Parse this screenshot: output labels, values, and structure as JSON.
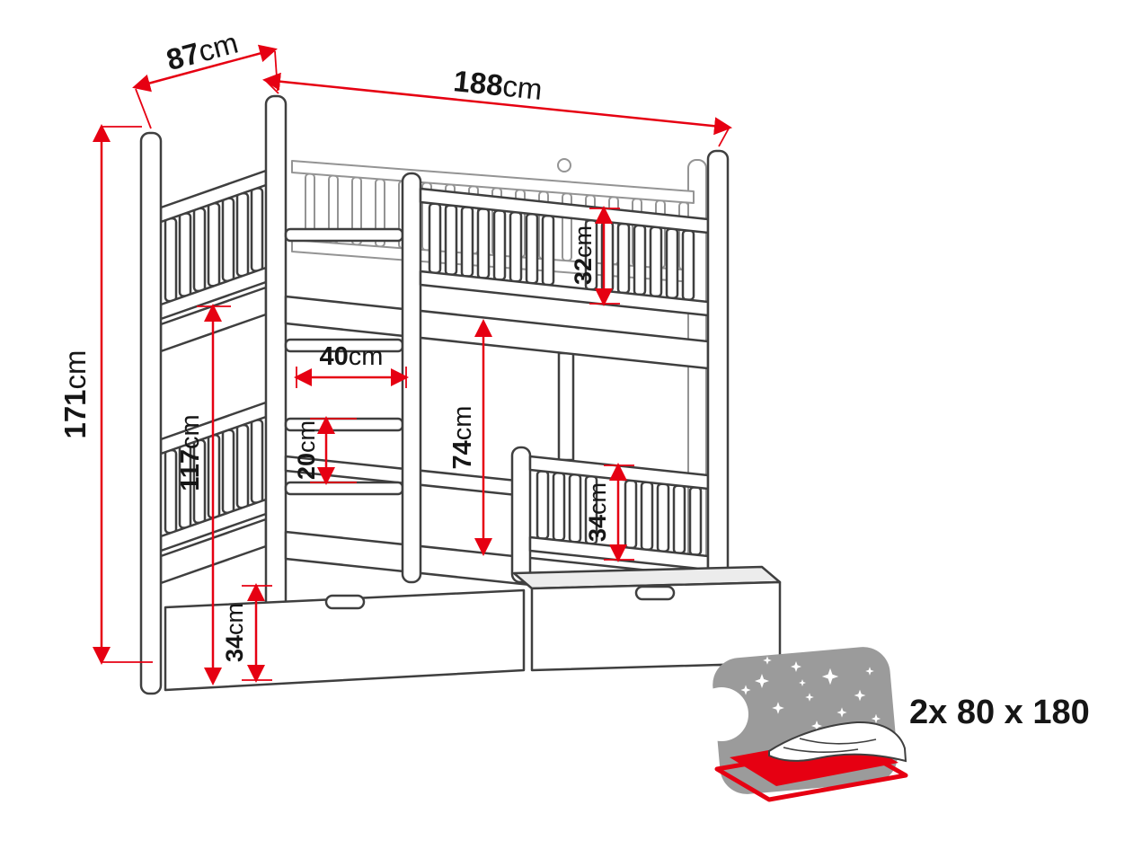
{
  "diagram": {
    "title": "bunk-bed-dimension-diagram",
    "dimensions": {
      "depth": {
        "value": "87",
        "unit": "cm"
      },
      "width": {
        "value": "188",
        "unit": "cm"
      },
      "height": {
        "value": "171",
        "unit": "cm"
      },
      "bunk_height": {
        "value": "117",
        "unit": "cm"
      },
      "ladder_width": {
        "value": "40",
        "unit": "cm"
      },
      "rung_spacing": {
        "value": "20",
        "unit": "cm"
      },
      "clearance": {
        "value": "74",
        "unit": "cm"
      },
      "top_rail": {
        "value": "32",
        "unit": "cm"
      },
      "side_rail": {
        "value": "34",
        "unit": "cm"
      },
      "drawer_height": {
        "value": "34",
        "unit": "cm"
      }
    },
    "mattress": {
      "label": "2x 80 x 180",
      "icon": "mattress-with-night-sky-icon"
    },
    "colors": {
      "dimension": "#e60012",
      "outline": "#3f3f3f",
      "back_outline": "#949494",
      "night_shape": "#9b9b9b"
    }
  }
}
